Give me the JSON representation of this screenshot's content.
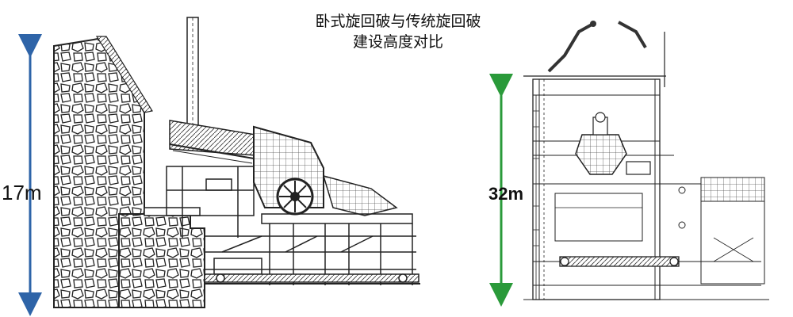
{
  "title": {
    "line1": "卧式旋回破与传统旋回破",
    "line2": "建设高度对比"
  },
  "left_diagram": {
    "height_label": "17m",
    "arrow_color": "#2e64a8"
  },
  "right_diagram": {
    "height_label": "32m",
    "arrow_color": "#2a9a3a"
  },
  "colors": {
    "line": "#222222",
    "watermark": "#d6d6d6"
  }
}
